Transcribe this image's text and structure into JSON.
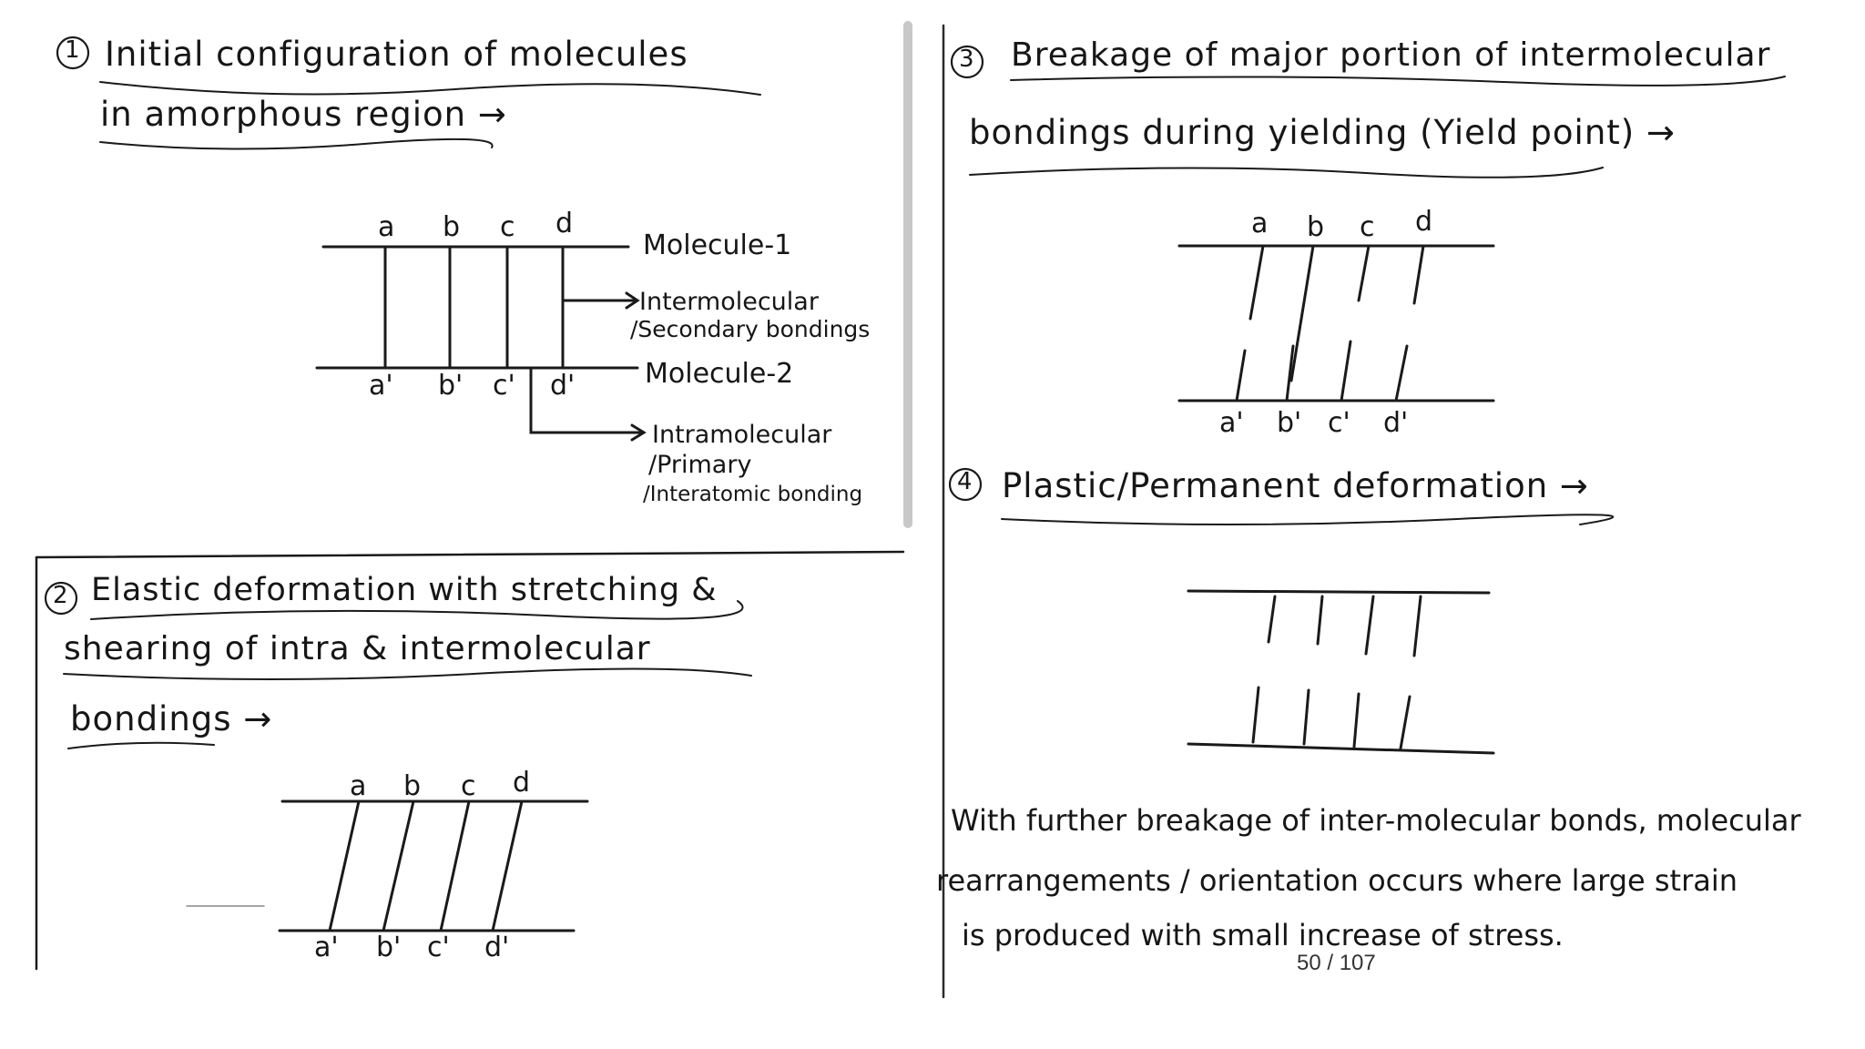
{
  "page_number": "50 / 107",
  "section1": {
    "num": "1",
    "line1": "Initial configuration of molecules",
    "line2": "in amorphous region →",
    "top_labels": [
      "a",
      "b",
      "c",
      "d"
    ],
    "bottom_labels": [
      "a'",
      "b'",
      "c'",
      "d'"
    ],
    "molecule1": "Molecule-1",
    "molecule2": "Molecule-2",
    "inter1": "Intermolecular",
    "inter2": "/Secondary bondings",
    "intra1": "Intramolecular",
    "intra2": "/Primary",
    "intra3": "/Interatomic bonding"
  },
  "section2": {
    "num": "2",
    "line1": "Elastic deformation with stretching &",
    "line2": "shearing of intra & intermolecular",
    "line3": "bondings →",
    "top_labels": [
      "a",
      "b",
      "c",
      "d"
    ],
    "bottom_labels": [
      "a'",
      "b'",
      "c'",
      "d'"
    ]
  },
  "section3": {
    "num": "3",
    "line1": "Breakage of major portion of intermolecular",
    "line2": "bondings during yielding (Yield point) →",
    "top_labels": [
      "a",
      "b",
      "c",
      "d"
    ],
    "bottom_labels": [
      "a'",
      "b'",
      "c'",
      "d'"
    ]
  },
  "section4": {
    "num": "4",
    "line1": "Plastic/Permanent deformation →",
    "para1": "With further breakage of inter-molecular bonds, molecular",
    "para2": "rearrangements / orientation occurs where large strain",
    "para3": "is produced with small increase of stress."
  }
}
